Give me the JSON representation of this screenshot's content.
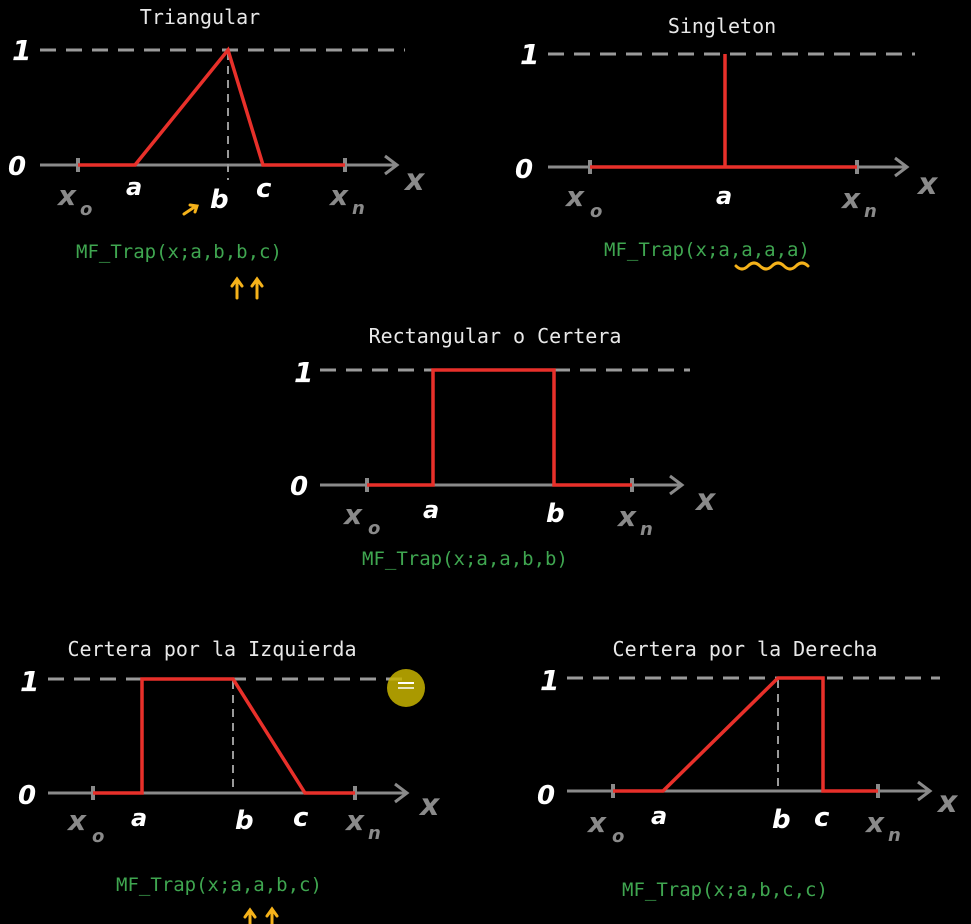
{
  "panels": {
    "triangular": {
      "title": "Triangular",
      "formula": "MF_Trap(x;a,b,b,c)",
      "y_top": "1",
      "y_bottom": "0",
      "x0": "x",
      "x0_sub": "o",
      "xn": "x",
      "xn_sub": "n",
      "x_axis": "x",
      "a": "a",
      "b": "b",
      "c": "c"
    },
    "singleton": {
      "title": "Singleton",
      "formula": "MF_Trap(x;a,a,a,a)",
      "y_top": "1",
      "y_bottom": "0",
      "x0": "x",
      "x0_sub": "o",
      "xn": "x",
      "xn_sub": "n",
      "x_axis": "x",
      "a": "a"
    },
    "rectangular": {
      "title": "Rectangular o Certera",
      "formula": "MF_Trap(x;a,a,b,b)",
      "y_top": "1",
      "y_bottom": "0",
      "x0": "x",
      "x0_sub": "o",
      "xn": "x",
      "xn_sub": "n",
      "x_axis": "x",
      "a": "a",
      "b": "b"
    },
    "left": {
      "title": "Certera por la Izquierda",
      "formula": "MF_Trap(x;a,a,b,c)",
      "y_top": "1",
      "y_bottom": "0",
      "x0": "x",
      "x0_sub": "o",
      "xn": "x",
      "xn_sub": "n",
      "x_axis": "x",
      "a": "a",
      "b": "b",
      "c": "c"
    },
    "right": {
      "title": "Certera por la Derecha",
      "formula": "MF_Trap(x;a,b,c,c)",
      "y_top": "1",
      "y_bottom": "0",
      "x0": "x",
      "x0_sub": "o",
      "xn": "x",
      "xn_sub": "n",
      "x_axis": "x",
      "a": "a",
      "b": "b",
      "c": "c"
    }
  },
  "colors": {
    "background": "#000000",
    "membership_line": "#e8302a",
    "axis": "#8a8a8a",
    "formula_text": "#3fa650",
    "annotation": "#f5b21a",
    "cursor": "#c8b400"
  },
  "cursor_icon": "cursor-highlight-icon"
}
